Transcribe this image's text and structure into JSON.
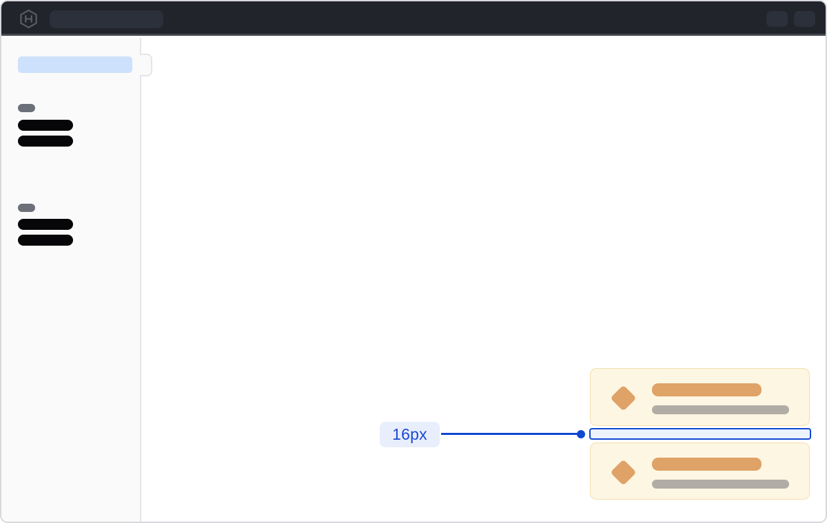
{
  "header": {
    "logo_icon": "hashicorp-logo",
    "bg_color": "#22242b",
    "search_placeholder_present": true,
    "button_count": 2
  },
  "sidebar": {
    "active_item_color": "#cee1fc",
    "groups": [
      {
        "heading": "skeleton",
        "items": 2
      },
      {
        "heading": "skeleton",
        "items": 2
      }
    ]
  },
  "cards": {
    "count": 2,
    "bg_color": "#fdf6e2",
    "border_color": "#f3dfae",
    "icon": "diamond-icon",
    "title_bar_color": "#dfa267",
    "subtitle_bar_color": "#b1aca4"
  },
  "annotation": {
    "gap_label": "16px",
    "accent_color": "#1148d2",
    "label_bg": "#e8eefc",
    "highlight_fill": "#edf3fd"
  }
}
